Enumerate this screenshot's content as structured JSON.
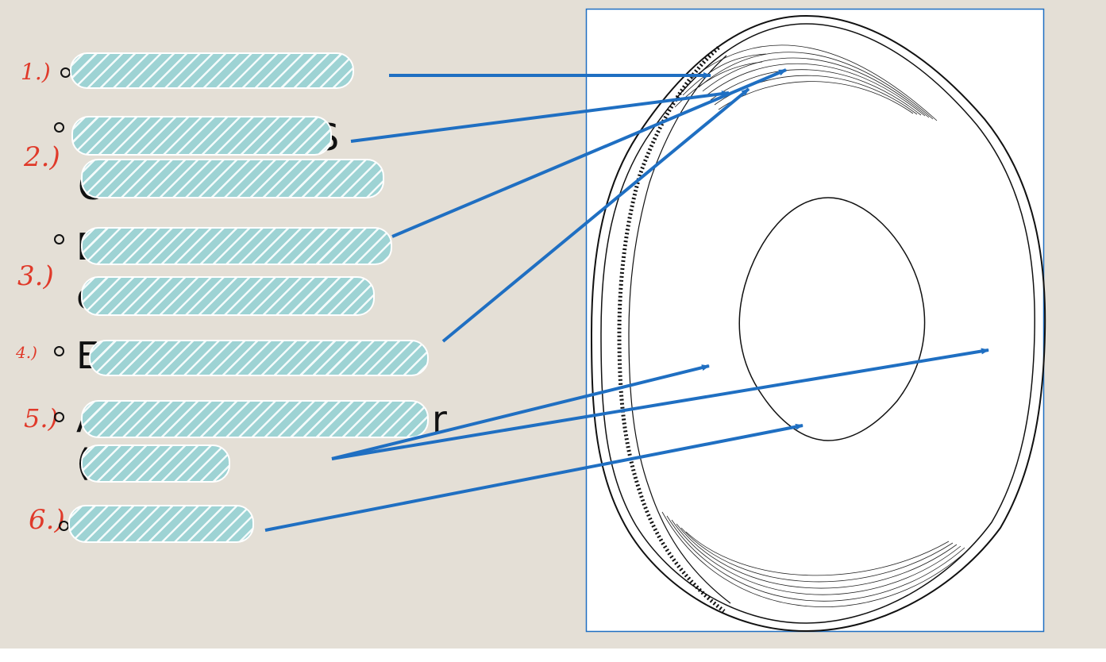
{
  "diagram": {
    "type": "labeled-anatomy-diagram",
    "colors": {
      "background": "#e4dfd6",
      "arrow": "#1f6fc2",
      "number": "#e03a2a",
      "redaction": "#9ed3d4",
      "frame": "#1f6fc2"
    },
    "numbers": [
      "1.)",
      "2.)",
      "3.)",
      "4.)",
      "5.)",
      "6.)"
    ],
    "partial_text": {
      "t2_tail": "S",
      "t2b": "C",
      "t3": "E",
      "t3b": "c",
      "t4": "E",
      "t5": "A",
      "t5_tail": "r",
      "t5b": "("
    }
  }
}
